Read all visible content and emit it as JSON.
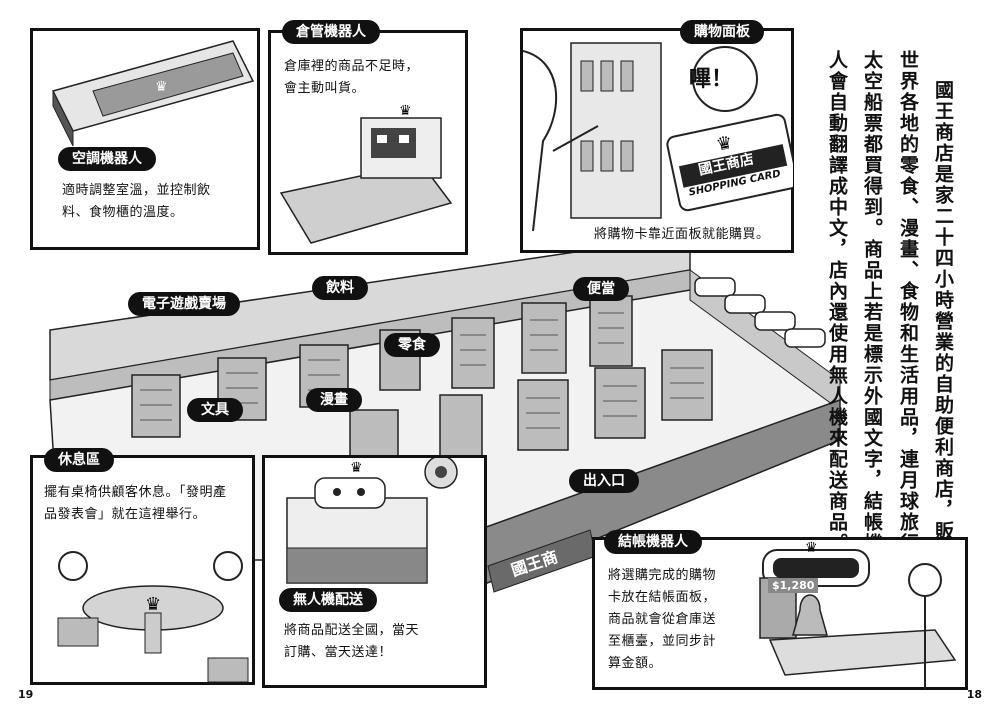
{
  "narrative": {
    "columns": [
      "國王商店是家二十四小時營業的自助便利商店，販售",
      "世界各地的零食、漫畫、食物和生活用品，連月球旅行的",
      "太空船票都買得到。商品上若是標示外國文字，結帳機器",
      "人會自動翻譯成中文，店內還使用無人機來配送商品。"
    ]
  },
  "panels": {
    "air_robot": {
      "tag": "空調機器人",
      "lines": [
        "適時調整室溫，並控制飲",
        "料、食物櫃的溫度。"
      ]
    },
    "warehouse_robot": {
      "tag": "倉管機器人",
      "lines": [
        "倉庫裡的商品不足時，",
        "會主動叫貨。"
      ]
    },
    "shopping_panel": {
      "tag": "購物面板",
      "caption": "將購物卡靠近面板就能購買。",
      "beep": "嗶！",
      "card_title": "國王商店",
      "card_sub": "SHOPPING CARD"
    },
    "rest_area": {
      "tag": "休息區",
      "lines": [
        "擺有桌椅供顧客休息。「發明產",
        "品發表會」就在這裡舉行。"
      ]
    },
    "drone": {
      "tag": "無人機配送",
      "lines": [
        "將商品配送全國，當天",
        "訂購、當天送達！"
      ]
    },
    "checkout_robot": {
      "tag": "結帳機器人",
      "lines": [
        "將選購完成的購物",
        "卡放在結帳面板，",
        "商品就會從倉庫送",
        "至櫃臺，並同步計",
        "算金額。"
      ],
      "price": "$1,280"
    }
  },
  "store_labels": {
    "games": "電子遊戲賣場",
    "drinks": "飲料",
    "bento": "便當",
    "snacks": "零食",
    "stationery": "文具",
    "comics": "漫畫",
    "entrance": "出入口",
    "sign": "國王商"
  },
  "page_numbers": {
    "left": "19",
    "right": "18"
  }
}
